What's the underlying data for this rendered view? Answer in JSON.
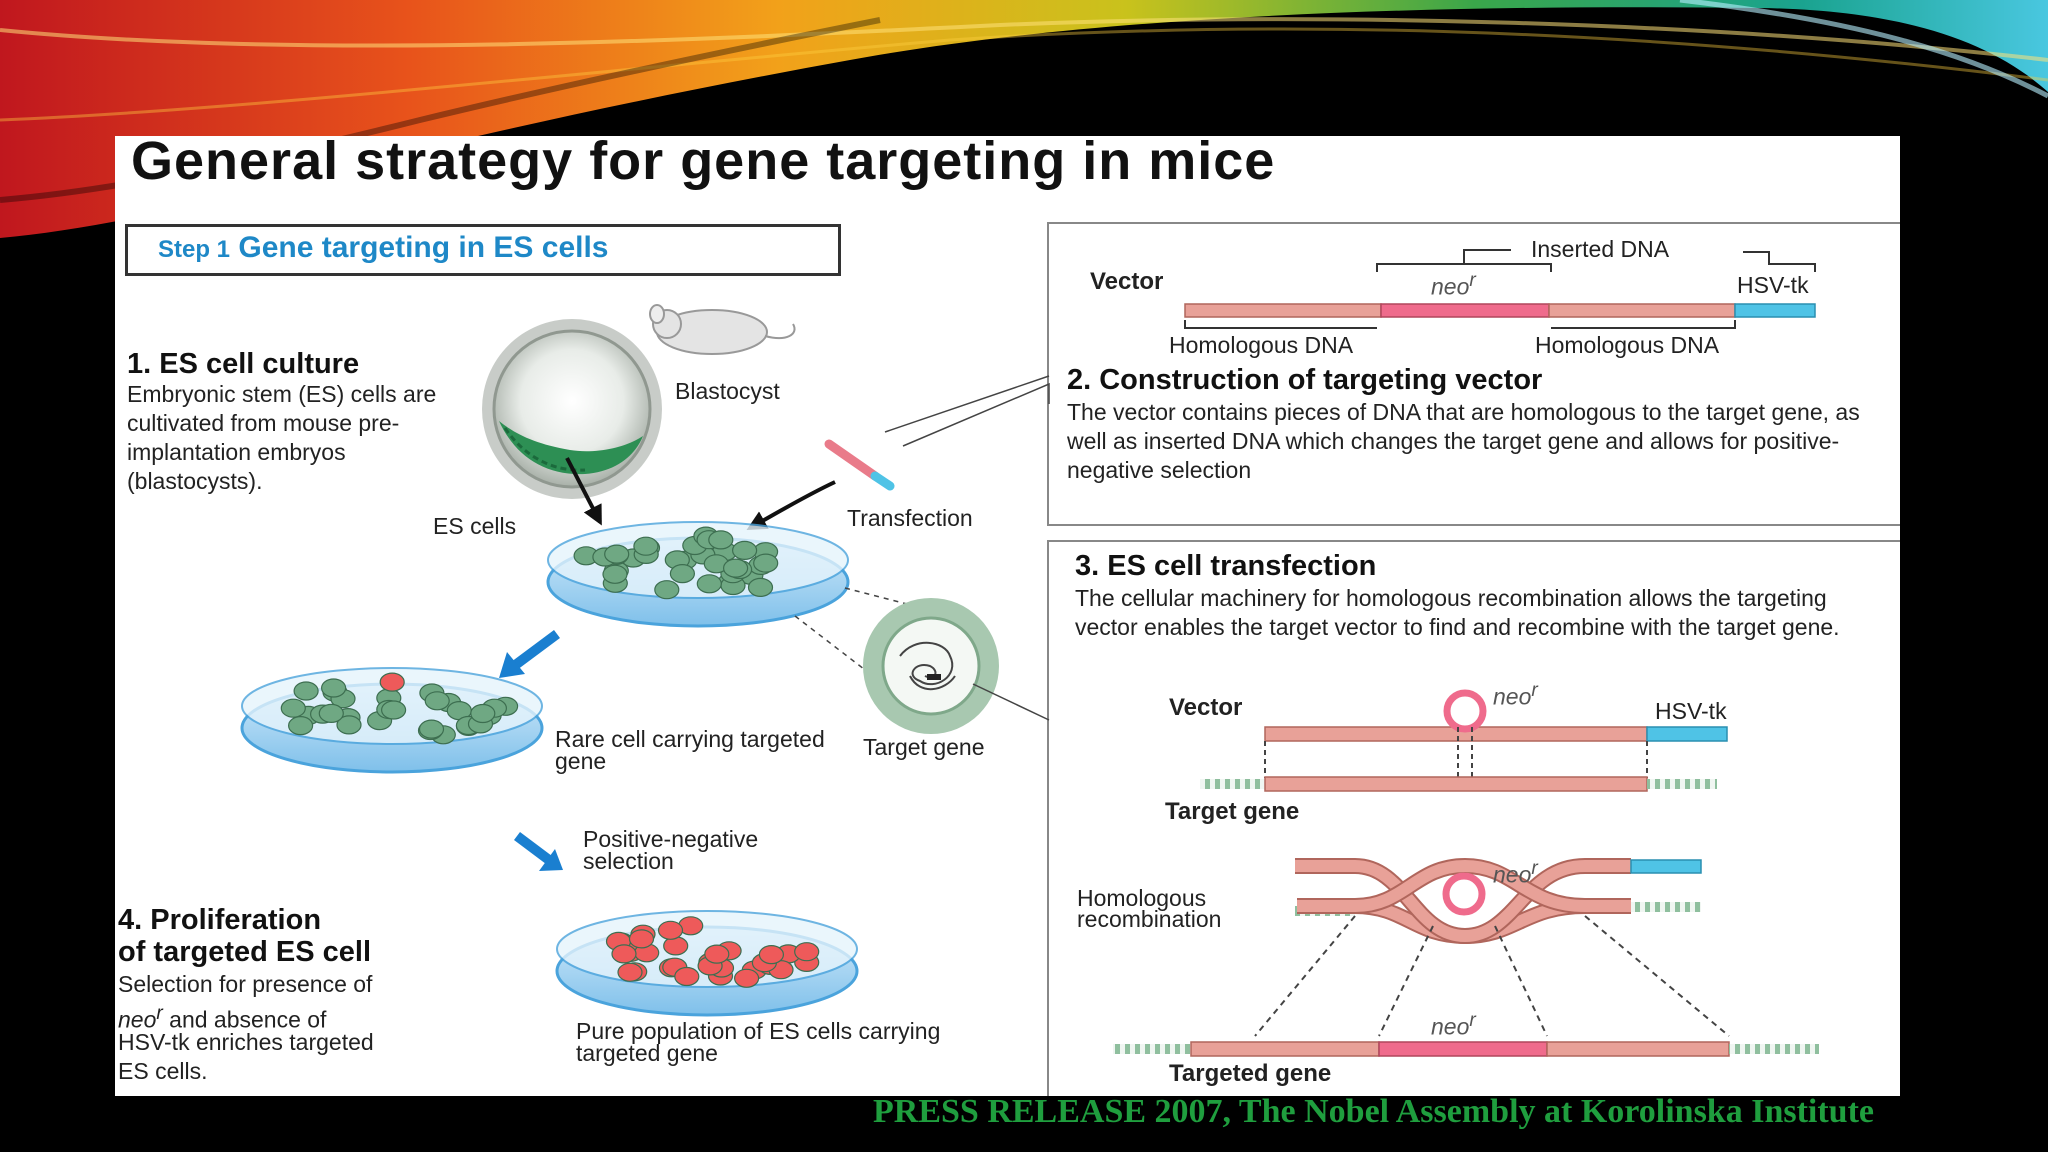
{
  "title": "General strategy for gene targeting in mice",
  "step1": {
    "prefix": "Step 1",
    "label": "Gene targeting in ES cells"
  },
  "s1": {
    "heading": "1.  ES cell culture",
    "body": "Embryonic stem (ES) cells are cultivated from mouse pre-implantation embryos (blastocysts).",
    "blastocyst": "Blastocyst",
    "es_cells": "ES cells",
    "transfection": "Transfection",
    "rare_cell": "Rare cell carrying targeted gene",
    "target_gene": "Target gene",
    "selection": "Positive-negative selection",
    "pure": "Pure population of ES cells carrying targeted gene"
  },
  "s2": {
    "vector": "Vector",
    "inserted": "Inserted DNA",
    "neo": "neo",
    "neo_sup": "r",
    "hsvtk": "HSV-tk",
    "homol1": "Homologous DNA",
    "homol2": "Homologous DNA",
    "heading": "2.  Construction of targeting vector",
    "body": "The vector contains pieces of DNA that are homologous to the target gene, as well as inserted DNA which changes the target gene and allows for positive-negative selection"
  },
  "s3": {
    "heading": "3.  ES cell transfection",
    "body": "The cellular machinery for homologous recombination allows the targeting vector enables the target vector to find and recombine with the target gene.",
    "vector": "Vector",
    "neo": "neo",
    "neo_sup": "r",
    "hsvtk": "HSV-tk",
    "target_gene": "Target gene",
    "homrec": "Homologous recombination",
    "targeted_gene": "Targeted gene"
  },
  "s4": {
    "heading1": "4.  Proliferation",
    "heading2": "of targeted ES cell",
    "line1": "Selection for presence of",
    "neo": "neo",
    "neo_sup": "r",
    "line2_rest": " and absence of",
    "line3": "HSV-tk enriches targeted",
    "line4": "ES cells."
  },
  "footer": "PRESS RELEASE 2007, The Nobel Assembly at Korolinska Institute",
  "colors": {
    "homologous_dna": "#e8a198",
    "neo_segment": "#ef6b8c",
    "hsvtk_segment": "#4fc3e6",
    "step_text": "#1e88c7",
    "footer_text": "#1f9e3e",
    "arrow_blue": "#1a7fd0",
    "cell_green": "#6fa883",
    "cell_red": "#ee5a5a"
  }
}
